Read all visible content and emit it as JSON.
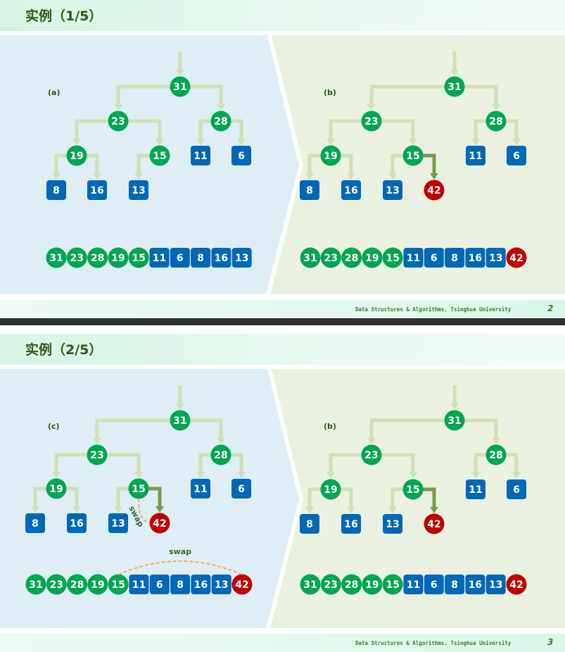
{
  "footer_text": "Data Structures & Algorithms, Tsinghua University",
  "colors": {
    "internal": "#00a651",
    "leaf": "#0068b7",
    "new": "#c00000",
    "edge": "#cfe0b8",
    "edge_active": "#7a9a4e",
    "swap": "#f5a05a",
    "left_bg": "#deeef4",
    "right_bg": "#ebf1e1"
  },
  "slides": [
    {
      "title": "实例（1/5）",
      "page": "2",
      "panels": [
        {
          "label": "(a)",
          "nodes": [
            {
              "v": "31",
              "k": "internal"
            },
            {
              "v": "23",
              "k": "internal"
            },
            {
              "v": "28",
              "k": "internal"
            },
            {
              "v": "19",
              "k": "internal"
            },
            {
              "v": "15",
              "k": "internal"
            },
            {
              "v": "11",
              "k": "leaf"
            },
            {
              "v": "6",
              "k": "leaf"
            },
            {
              "v": "8",
              "k": "leaf"
            },
            {
              "v": "16",
              "k": "leaf"
            },
            {
              "v": "13",
              "k": "leaf"
            }
          ],
          "array": [
            {
              "v": "31",
              "k": "internal"
            },
            {
              "v": "23",
              "k": "internal"
            },
            {
              "v": "28",
              "k": "internal"
            },
            {
              "v": "19",
              "k": "internal"
            },
            {
              "v": "15",
              "k": "internal"
            },
            {
              "v": "11",
              "k": "leaf"
            },
            {
              "v": "6",
              "k": "leaf"
            },
            {
              "v": "8",
              "k": "leaf"
            },
            {
              "v": "16",
              "k": "leaf"
            },
            {
              "v": "13",
              "k": "leaf"
            }
          ]
        },
        {
          "label": "(b)",
          "nodes": [
            {
              "v": "31",
              "k": "internal"
            },
            {
              "v": "23",
              "k": "internal"
            },
            {
              "v": "28",
              "k": "internal"
            },
            {
              "v": "19",
              "k": "internal"
            },
            {
              "v": "15",
              "k": "internal"
            },
            {
              "v": "11",
              "k": "leaf"
            },
            {
              "v": "6",
              "k": "leaf"
            },
            {
              "v": "8",
              "k": "leaf"
            },
            {
              "v": "16",
              "k": "leaf"
            },
            {
              "v": "13",
              "k": "leaf"
            },
            {
              "v": "42",
              "k": "new"
            }
          ],
          "array": [
            {
              "v": "31",
              "k": "internal"
            },
            {
              "v": "23",
              "k": "internal"
            },
            {
              "v": "28",
              "k": "internal"
            },
            {
              "v": "19",
              "k": "internal"
            },
            {
              "v": "15",
              "k": "internal"
            },
            {
              "v": "11",
              "k": "leaf"
            },
            {
              "v": "6",
              "k": "leaf"
            },
            {
              "v": "8",
              "k": "leaf"
            },
            {
              "v": "16",
              "k": "leaf"
            },
            {
              "v": "13",
              "k": "leaf"
            },
            {
              "v": "42",
              "k": "new"
            }
          ]
        }
      ]
    },
    {
      "title": "实例（2/5）",
      "page": "3",
      "panels": [
        {
          "label": "(c)",
          "swap_label": "swap",
          "nodes": [
            {
              "v": "31",
              "k": "internal"
            },
            {
              "v": "23",
              "k": "internal"
            },
            {
              "v": "28",
              "k": "internal"
            },
            {
              "v": "19",
              "k": "internal"
            },
            {
              "v": "15",
              "k": "internal"
            },
            {
              "v": "11",
              "k": "leaf"
            },
            {
              "v": "6",
              "k": "leaf"
            },
            {
              "v": "8",
              "k": "leaf"
            },
            {
              "v": "16",
              "k": "leaf"
            },
            {
              "v": "13",
              "k": "leaf"
            },
            {
              "v": "42",
              "k": "new"
            }
          ],
          "array": [
            {
              "v": "31",
              "k": "internal"
            },
            {
              "v": "23",
              "k": "internal"
            },
            {
              "v": "28",
              "k": "internal"
            },
            {
              "v": "19",
              "k": "internal"
            },
            {
              "v": "15",
              "k": "internal"
            },
            {
              "v": "11",
              "k": "leaf"
            },
            {
              "v": "6",
              "k": "leaf"
            },
            {
              "v": "8",
              "k": "leaf"
            },
            {
              "v": "16",
              "k": "leaf"
            },
            {
              "v": "13",
              "k": "leaf"
            },
            {
              "v": "42",
              "k": "new"
            }
          ]
        },
        {
          "label": "(b)",
          "nodes": [
            {
              "v": "31",
              "k": "internal"
            },
            {
              "v": "23",
              "k": "internal"
            },
            {
              "v": "28",
              "k": "internal"
            },
            {
              "v": "19",
              "k": "internal"
            },
            {
              "v": "15",
              "k": "internal"
            },
            {
              "v": "11",
              "k": "leaf"
            },
            {
              "v": "6",
              "k": "leaf"
            },
            {
              "v": "8",
              "k": "leaf"
            },
            {
              "v": "16",
              "k": "leaf"
            },
            {
              "v": "13",
              "k": "leaf"
            },
            {
              "v": "42",
              "k": "new"
            }
          ],
          "array": [
            {
              "v": "31",
              "k": "internal"
            },
            {
              "v": "23",
              "k": "internal"
            },
            {
              "v": "28",
              "k": "internal"
            },
            {
              "v": "19",
              "k": "internal"
            },
            {
              "v": "15",
              "k": "internal"
            },
            {
              "v": "11",
              "k": "leaf"
            },
            {
              "v": "6",
              "k": "leaf"
            },
            {
              "v": "8",
              "k": "leaf"
            },
            {
              "v": "16",
              "k": "leaf"
            },
            {
              "v": "13",
              "k": "leaf"
            },
            {
              "v": "42",
              "k": "new"
            }
          ]
        }
      ]
    }
  ]
}
